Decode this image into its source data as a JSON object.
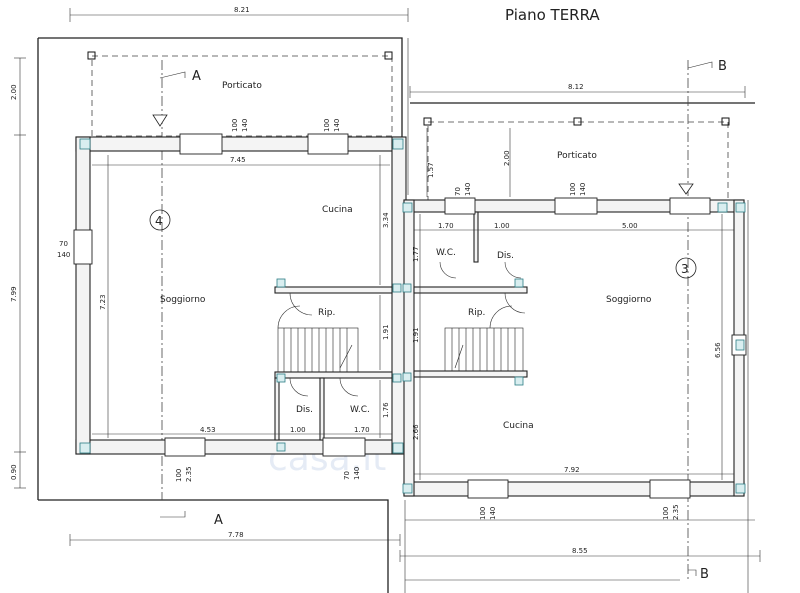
{
  "title": "Piano TERRA",
  "watermark": "casa.it",
  "sections": {
    "a_top": "A",
    "a_bottom": "A",
    "b_top": "B",
    "b_bottom": "B"
  },
  "units": {
    "left": "4",
    "right": "3"
  },
  "rooms": {
    "porticato_left": "Porticato",
    "porticato_right": "Porticato",
    "cucina_left": "Cucina",
    "cucina_right": "Cucina",
    "soggiorno_left": "Soggiorno",
    "soggiorno_right": "Soggiorno",
    "rip_left": "Rip.",
    "rip_right": "Rip.",
    "dis_left": "Dis.",
    "dis_right": "Dis.",
    "wc_left": "W.C.",
    "wc_right": "W.C."
  },
  "dimensions": {
    "top_821": "8.21",
    "top_812": "8.12",
    "left_745": "7.45",
    "left_200": "2.00",
    "left_799": "7.99",
    "left_090": "0.90",
    "left_723": "7.23",
    "left_334": "3.34",
    "left_191": "1.91",
    "left_176": "1.76",
    "left_453": "4.53",
    "left_100": "1.00",
    "left_170": "1.70",
    "bottom_778": "7.78",
    "right_157": "1.57",
    "right_200": "2.00",
    "right_170": "1.70",
    "right_100": "1.00",
    "right_500": "5.00",
    "right_177": "1.77",
    "right_191": "1.91",
    "right_266": "2.66",
    "right_656": "6.56",
    "right_792": "7.92",
    "bottom_855": "8.55",
    "win_100": "100",
    "win_140": "140",
    "win_70": "70",
    "win_235": "2.35"
  }
}
